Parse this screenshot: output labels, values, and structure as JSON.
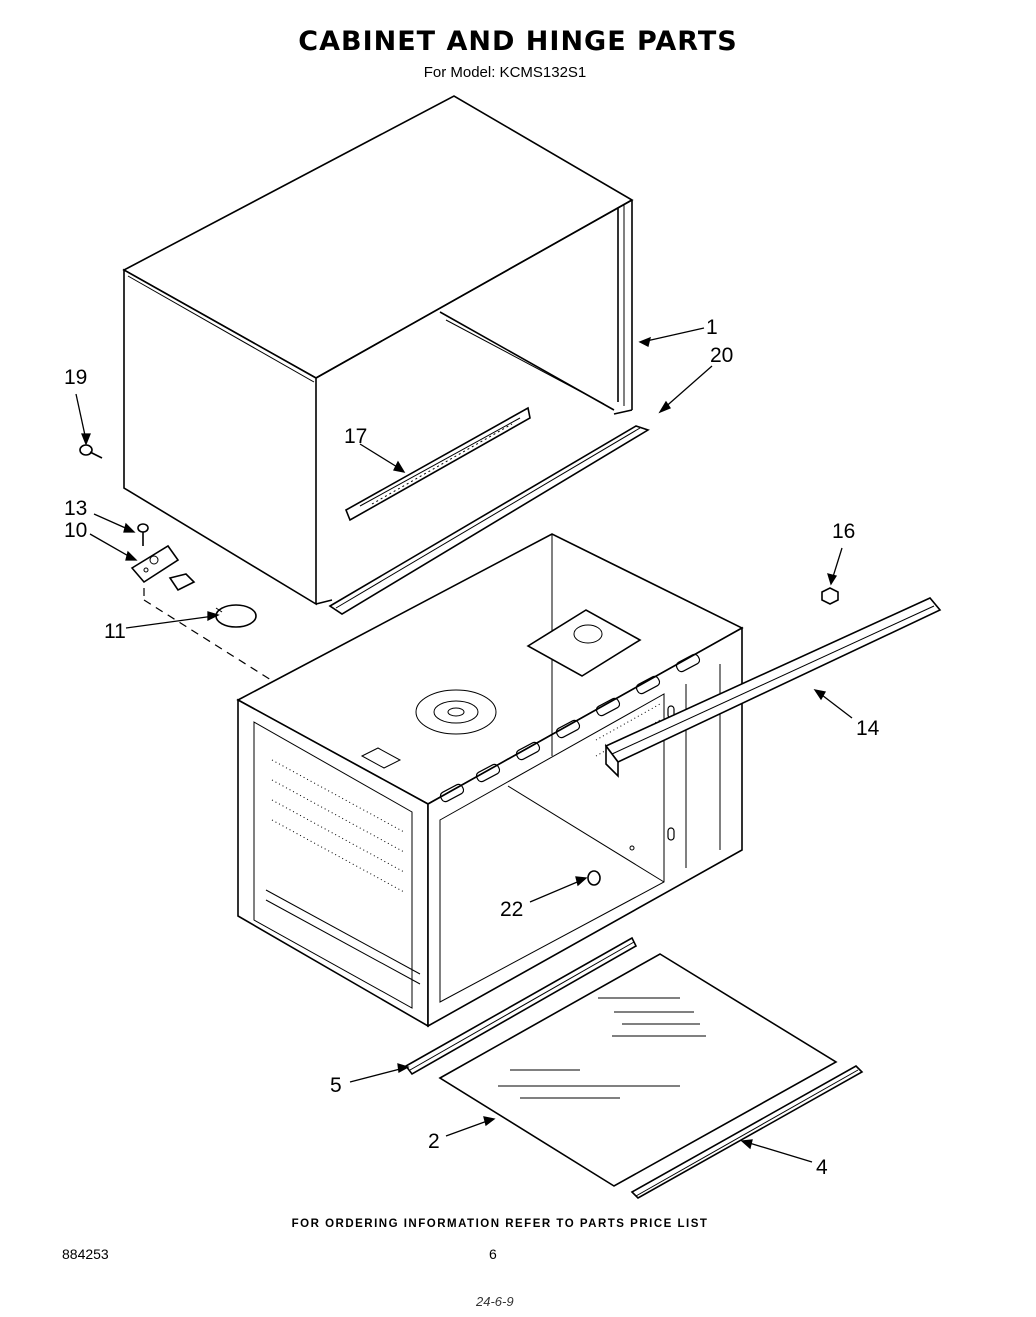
{
  "page": {
    "title": "CABINET AND HINGE PARTS",
    "subtitle": "For Model: KCMS132S1",
    "footer_note": "FOR ORDERING INFORMATION REFER TO PARTS PRICE LIST",
    "document_number": "884253",
    "page_number": "6",
    "handwritten_note": "24-6-9"
  },
  "callouts": {
    "c1": "1",
    "c20": "20",
    "c19": "19",
    "c17": "17",
    "c13": "13",
    "c10": "10",
    "c11": "11",
    "c16": "16",
    "c14": "14",
    "c22": "22",
    "c5": "5",
    "c2": "2",
    "c4": "4"
  }
}
